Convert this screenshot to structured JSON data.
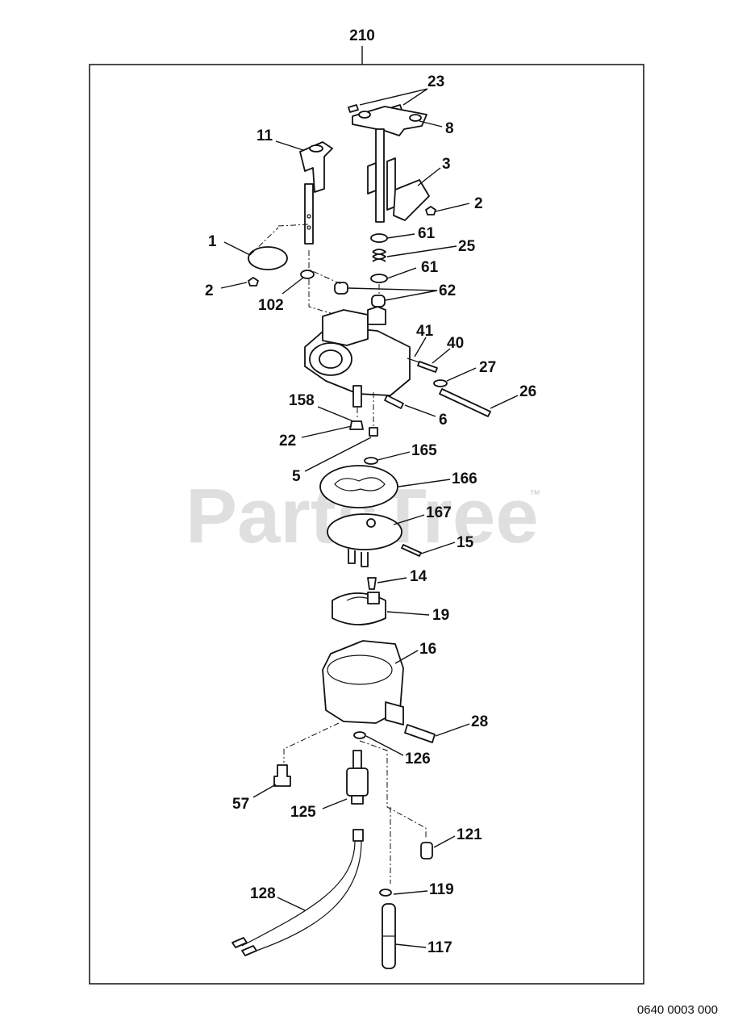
{
  "assembly": {
    "number": "210",
    "drawing_code": "0640 0003 000"
  },
  "watermark": {
    "brand": "PartsTree",
    "trademark": "™",
    "color": "#d4d4d4"
  },
  "callouts": [
    {
      "id": "c23",
      "label": "23"
    },
    {
      "id": "c8",
      "label": "8"
    },
    {
      "id": "c11",
      "label": "11"
    },
    {
      "id": "c3",
      "label": "3"
    },
    {
      "id": "c2a",
      "label": "2"
    },
    {
      "id": "c1",
      "label": "1"
    },
    {
      "id": "c61a",
      "label": "61"
    },
    {
      "id": "c25",
      "label": "25"
    },
    {
      "id": "c61b",
      "label": "61"
    },
    {
      "id": "c2b",
      "label": "2"
    },
    {
      "id": "c102",
      "label": "102"
    },
    {
      "id": "c62",
      "label": "62"
    },
    {
      "id": "c41",
      "label": "41"
    },
    {
      "id": "c40",
      "label": "40"
    },
    {
      "id": "c27",
      "label": "27"
    },
    {
      "id": "c26",
      "label": "26"
    },
    {
      "id": "c158",
      "label": "158"
    },
    {
      "id": "c6",
      "label": "6"
    },
    {
      "id": "c22",
      "label": "22"
    },
    {
      "id": "c165",
      "label": "165"
    },
    {
      "id": "c5",
      "label": "5"
    },
    {
      "id": "c166",
      "label": "166"
    },
    {
      "id": "c167",
      "label": "167"
    },
    {
      "id": "c15",
      "label": "15"
    },
    {
      "id": "c14",
      "label": "14"
    },
    {
      "id": "c19",
      "label": "19"
    },
    {
      "id": "c16",
      "label": "16"
    },
    {
      "id": "c28",
      "label": "28"
    },
    {
      "id": "c126",
      "label": "126"
    },
    {
      "id": "c57",
      "label": "57"
    },
    {
      "id": "c125",
      "label": "125"
    },
    {
      "id": "c121",
      "label": "121"
    },
    {
      "id": "c128",
      "label": "128"
    },
    {
      "id": "c119",
      "label": "119"
    },
    {
      "id": "c117",
      "label": "117"
    }
  ]
}
